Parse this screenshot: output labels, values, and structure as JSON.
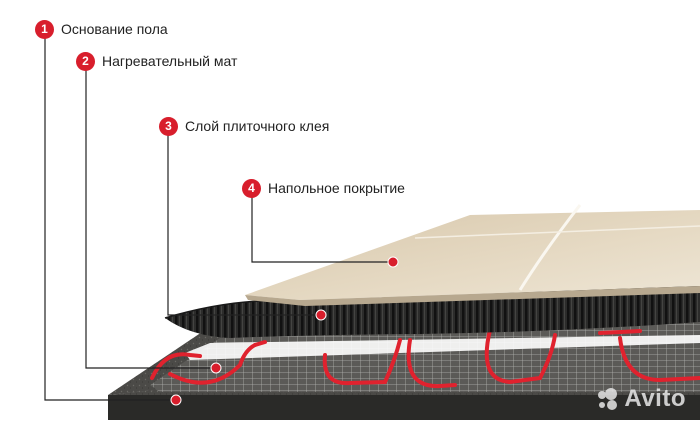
{
  "layers": [
    {
      "number": "1",
      "label": "Основание пола"
    },
    {
      "number": "2",
      "label": "Нагревательный мат"
    },
    {
      "number": "3",
      "label": "Слой плиточного клея"
    },
    {
      "number": "4",
      "label": "Напольное покрытие"
    }
  ],
  "watermark": "Avito",
  "colors": {
    "accent": "#d81e2c",
    "cable": "#e0222e",
    "tile": "#e3d6bf",
    "adhesive": "#2b2b2b",
    "base": "#4a4a48",
    "leader": "#222222"
  }
}
